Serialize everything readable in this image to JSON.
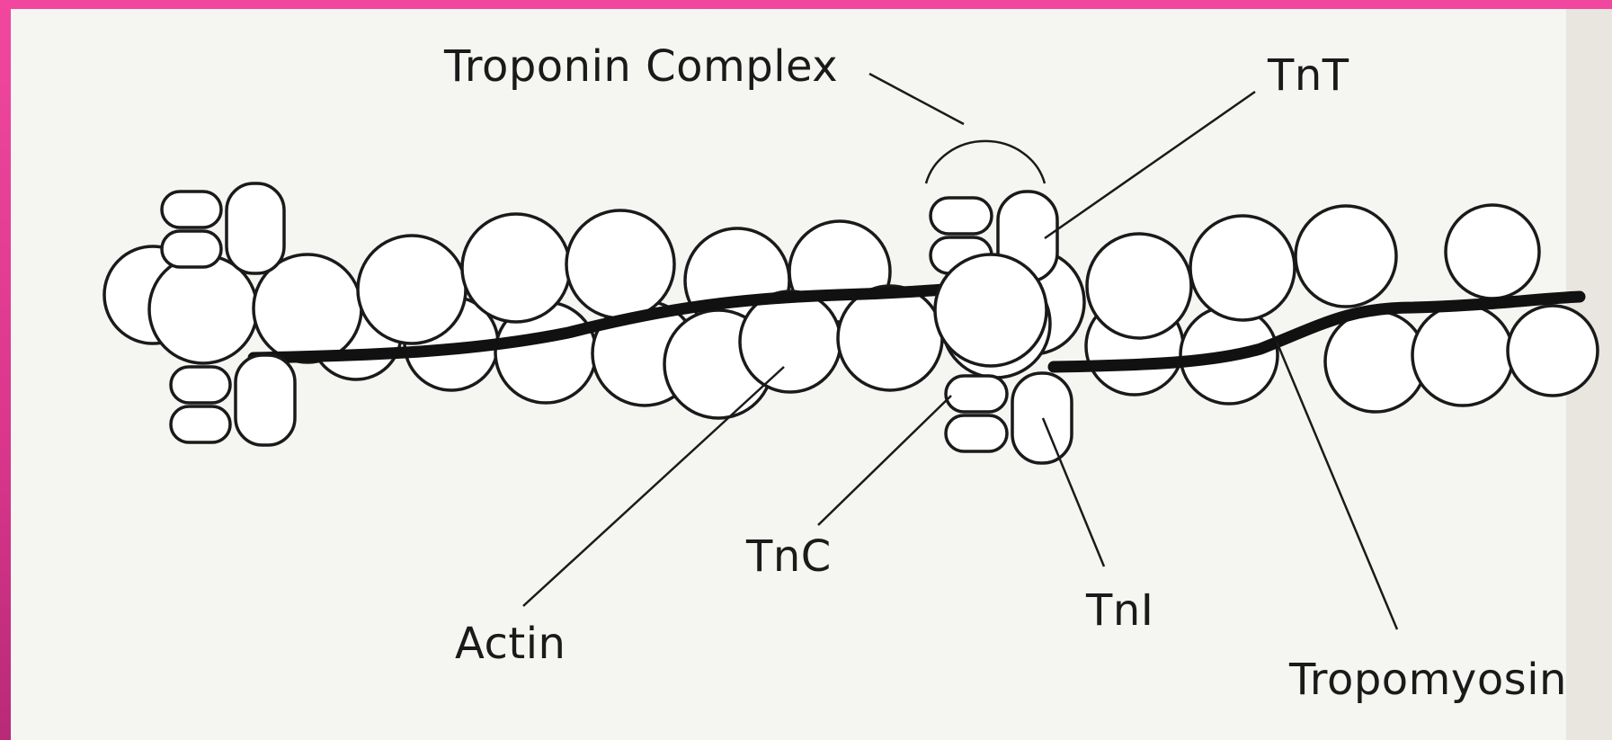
{
  "labels": {
    "troponin_complex": "Troponin Complex",
    "tnt": "TnT",
    "tnc": "TnC",
    "tni": "TnI",
    "actin": "Actin",
    "tropomyosin": "Tropomyosin"
  },
  "colors": {
    "frame_border": "#ee3f9a",
    "background": "#f5f5f2",
    "line": "#1a1a1a",
    "bead_fill": "#ffffff"
  }
}
